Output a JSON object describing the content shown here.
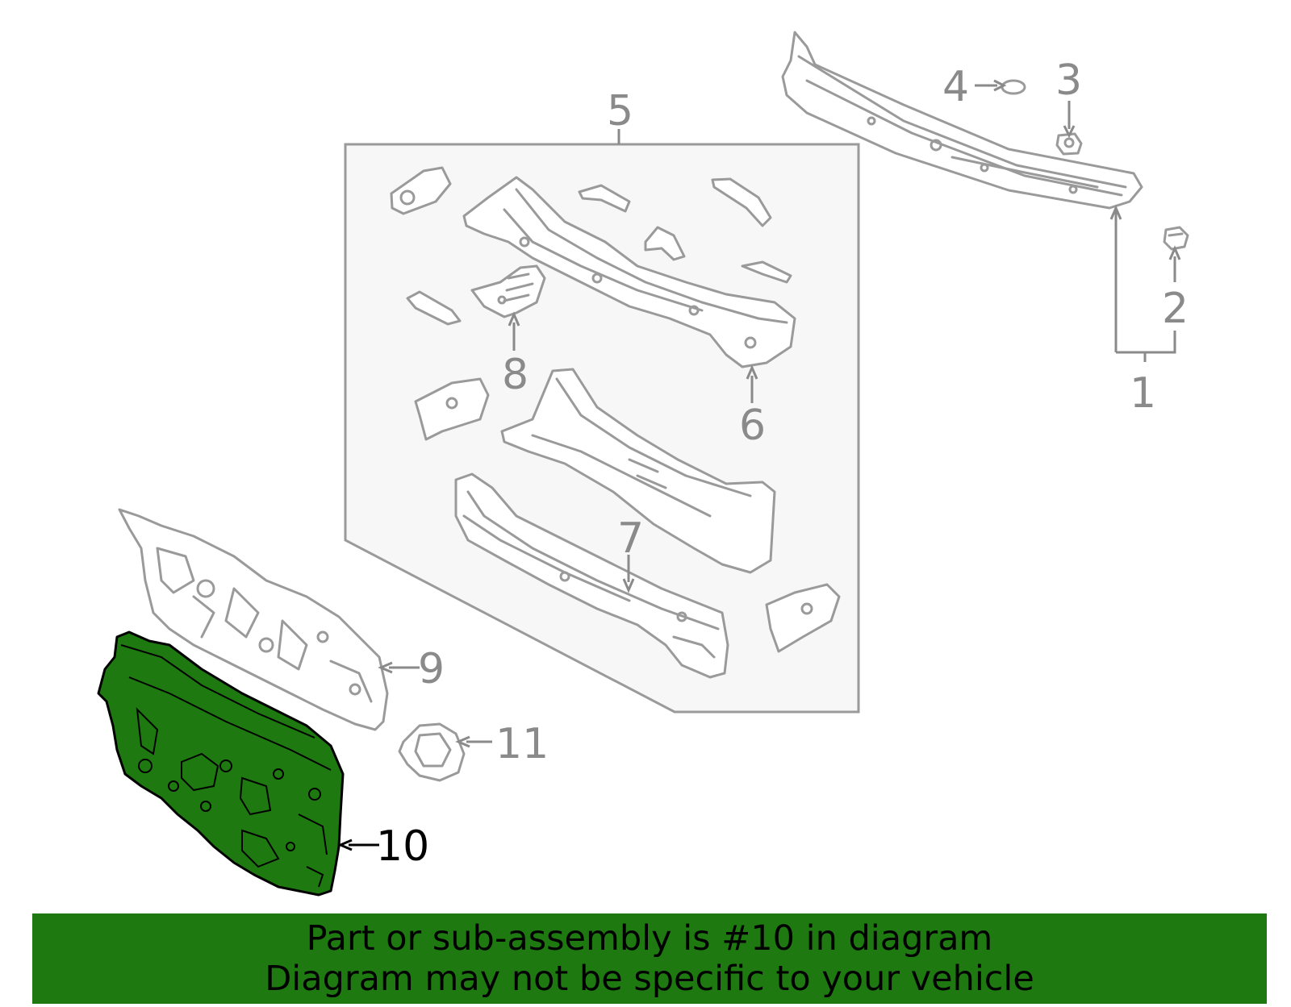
{
  "callouts": {
    "c1": "1",
    "c2": "2",
    "c3": "3",
    "c4": "4",
    "c5": "5",
    "c6": "6",
    "c7": "7",
    "c8": "8",
    "c9": "9",
    "c10": "10",
    "c11": "11"
  },
  "highlight": {
    "part": "10",
    "color": "#1e7a10"
  },
  "banner": {
    "line1": "Part or sub-assembly is #10 in diagram",
    "line2": "Diagram may not be specific to your vehicle",
    "color": "#1e7a10"
  }
}
